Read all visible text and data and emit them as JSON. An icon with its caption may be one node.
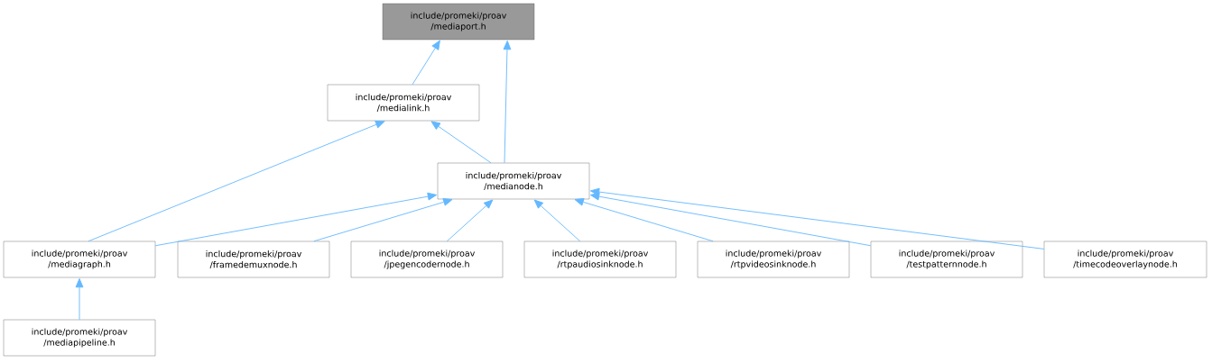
{
  "diagram": {
    "nodes": [
      {
        "text": [
          "include/promeki/proav /mediaport.h"
        ]
      },
      {
        "text": [
          "include/promeki/proav /medialink.h"
        ]
      },
      {
        "text": [
          "include/promeki/proav /medianode.h"
        ]
      },
      {
        "text": [
          "include/promeki/proav /mediagraph.h"
        ]
      },
      {
        "text": [
          "include/promeki/proav /framedemuxnode.h"
        ]
      },
      {
        "text": [
          "include/promeki/proav /jpegencodernode.h"
        ]
      },
      {
        "text": [
          "include/promeki/proav /rtpaudiosinknode.h"
        ]
      },
      {
        "text": [
          "include/promeki/proav /rtpvideosinknode.h"
        ]
      },
      {
        "text": [
          "include/promeki/proav /testpatternnode.h"
        ]
      },
      {
        "text": [
          "include/promeki/proav /timecodeoverlaynode.h"
        ]
      },
      {
        "text": [
          "include/promeki/proav /mediapipeline.h"
        ]
      }
    ],
    "edges": [
      {
        "from": 1,
        "to": 0,
        "arrow": "to"
      },
      {
        "from": 2,
        "to": 0,
        "arrow": "to"
      },
      {
        "from": 2,
        "to": 1,
        "arrow": "to"
      },
      {
        "from": 3,
        "to": 1,
        "arrow": "to"
      },
      {
        "from": 3,
        "to": 2,
        "arrow": "to"
      },
      {
        "from": 4,
        "to": 2,
        "arrow": "to"
      },
      {
        "from": 5,
        "to": 2,
        "arrow": "to"
      },
      {
        "from": 6,
        "to": 2,
        "arrow": "to"
      },
      {
        "from": 7,
        "to": 2,
        "arrow": "to"
      },
      {
        "from": 8,
        "to": 2,
        "arrow": "to"
      },
      {
        "from": 9,
        "to": 2,
        "arrow": "to"
      },
      {
        "from": 10,
        "to": 3,
        "arrow": "to"
      }
    ]
  }
}
